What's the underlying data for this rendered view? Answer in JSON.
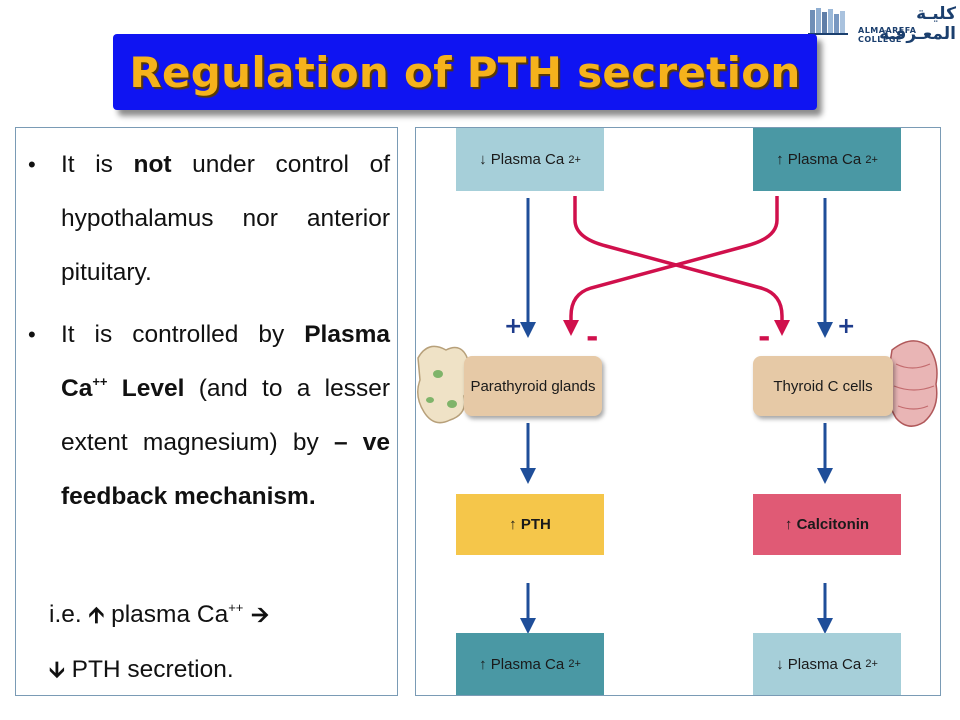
{
  "logo": {
    "arabic": "كليـة المعـرفـة",
    "english": "ALMAAREFA COLLEGE"
  },
  "title": "Regulation of PTH secretion",
  "text": {
    "bullet1": {
      "pre": "It is ",
      "bold": "not",
      "post": " under control of hypothalamus nor anterior pituitary."
    },
    "bullet2": {
      "pre": "It is controlled by ",
      "bold1": "Plasma Ca",
      "sup1": "++",
      "bold1b": " Level",
      "mid": " (and to a lesser extent magnesium) by ",
      "bold2": "– ve feedback mechanism."
    },
    "ie": {
      "pre": "i.e. ",
      "up_arrow": "🡩",
      "mid": " plasma Ca",
      "sup": "++",
      "right_arrow": " 🡪 ",
      "down_arrow": "🡫",
      "post": " PTH secretion."
    }
  },
  "diagram": {
    "left": {
      "top_box": {
        "arrow": "↓",
        "label": "Plasma Ca",
        "sup": "2+"
      },
      "plus": "+",
      "minus": "-",
      "gland_box": "Parathyroid glands",
      "hormone_box": {
        "arrow": "↑",
        "label": "PTH"
      },
      "bottom_box": {
        "arrow": "↑",
        "label": "Plasma Ca",
        "sup": "2+"
      }
    },
    "right": {
      "top_box": {
        "arrow": "↑",
        "label": "Plasma Ca",
        "sup": "2+"
      },
      "plus": "+",
      "minus": "-",
      "gland_box": "Thyroid C cells",
      "hormone_box": {
        "arrow": "↑",
        "label": "Calcitonin"
      },
      "bottom_box": {
        "arrow": "↓",
        "label": "Plasma Ca",
        "sup": "2+"
      }
    },
    "colors": {
      "light_blue": "#a6cfd9",
      "teal": "#4a98a4",
      "tan": "#e6c9a6",
      "yellow": "#f5c64a",
      "pink": "#e05a75",
      "blue_arrow": "#1f4e99",
      "red_arrow": "#d0104c"
    }
  }
}
